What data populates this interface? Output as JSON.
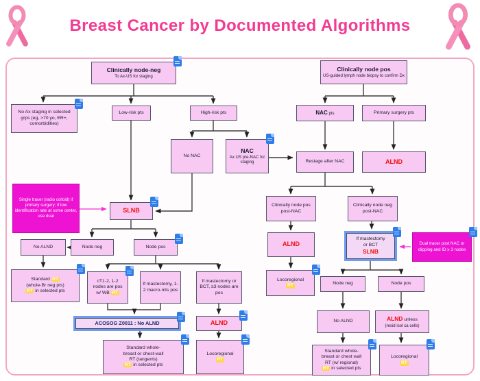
{
  "title": "Breast Cancer by Documented Algorithms",
  "colors": {
    "accent_pink": "#f23b92",
    "box_fill": "#f8c9f3",
    "note_magenta": "#ee12d2",
    "alert_red": "#f20d0d",
    "rt_highlight": "#ffd54a",
    "doc_icon_blue": "#2e7de9",
    "blue_frame": "#6d9bf0"
  },
  "icons": {
    "ribbon": "pink-awareness-ribbon",
    "doc": "document-attachment"
  },
  "nodes": {
    "n1": {
      "t": "Clinically node-neg",
      "s": "To Ax-US for staging"
    },
    "n2": {
      "text": "No Ax staging in selected grps (eg, >70 yo, ER+, comorbidities)"
    },
    "n3": {
      "text": "Low-risk pts"
    },
    "n4": {
      "text": "High-risk pts"
    },
    "n5": {
      "text": "No NAC"
    },
    "n6": {
      "t": "NAC",
      "s": "Ax US pre-NAC for staging"
    },
    "n7": {
      "text": "Single tracer (radio colloid) if primary surgery; if low identification rate at some center, use dual"
    },
    "n8": {
      "text": "SLNB"
    },
    "n9": {
      "text": "No ALND"
    },
    "n10": {
      "text": "Node neg"
    },
    "n11": {
      "text": "Node pos"
    },
    "n12": {
      "l1a": "Standard ",
      "l1hl": "RT",
      "l2": "(whole-Br neg pts)",
      "l3hl": "RT",
      "l3b": " in selected pts"
    },
    "n13": {
      "l1": "cT1-2, 1-2",
      "l2": "nodes are pos",
      "l3a": "w/ WB ",
      "l3hl": "RT"
    },
    "n14": {
      "text": "If mastectomy, 1-2 macro-mts pos"
    },
    "n15": {
      "text": "If mastectomy or BCT, ≥3 nodes are pos"
    },
    "n16": {
      "text": "ACOSOG Z0011 : No ALND"
    },
    "n17": {
      "text": "ALND"
    },
    "n18": {
      "l1": "Standard whole-",
      "l2": "breast or chest-wall",
      "l3": "RT (tangents)",
      "l4hl": "RT",
      "l4b": " in selected pts"
    },
    "n19": {
      "l1": "Locoregional",
      "hl": "RT"
    },
    "m1": {
      "t": "Clinically node pos",
      "s": "US-guided lymph node biopsy to confirm Dx"
    },
    "m2": {
      "b": "NAC",
      "r": " pts"
    },
    "m3": {
      "text": "Primary surgery pts"
    },
    "m4": {
      "text": "Restage after NAC"
    },
    "m5": {
      "text": "ALND"
    },
    "m6": {
      "text": "Clinically node pos post-NAC"
    },
    "m7": {
      "text": "Clinically node neg post-NAC"
    },
    "m8": {
      "text": "ALND"
    },
    "m9": {
      "l1": "Locoregional",
      "hl": "RT"
    },
    "m10": {
      "l1": "If mastectomy",
      "l2": "or BCT",
      "l3": "SLNB"
    },
    "m11": {
      "text": "Dual tracer post NAC or clipping and ID ≥ 3 nodes"
    },
    "m12": {
      "text": "Node neg"
    },
    "m13": {
      "text": "Node pos"
    },
    "m14": {
      "text": "No ALND"
    },
    "m15": {
      "b": "ALND",
      "r": " unless",
      "l2": "(resid isol ca cells)"
    },
    "m16": {
      "l1": "Standard whole-",
      "l2": "breast or chest wall",
      "l3": "RT (w/ regional)",
      "l4hl": "RT",
      "l4b": " in selected pts"
    },
    "m17": {
      "l1": "Locoregional",
      "hl": "RT"
    }
  }
}
